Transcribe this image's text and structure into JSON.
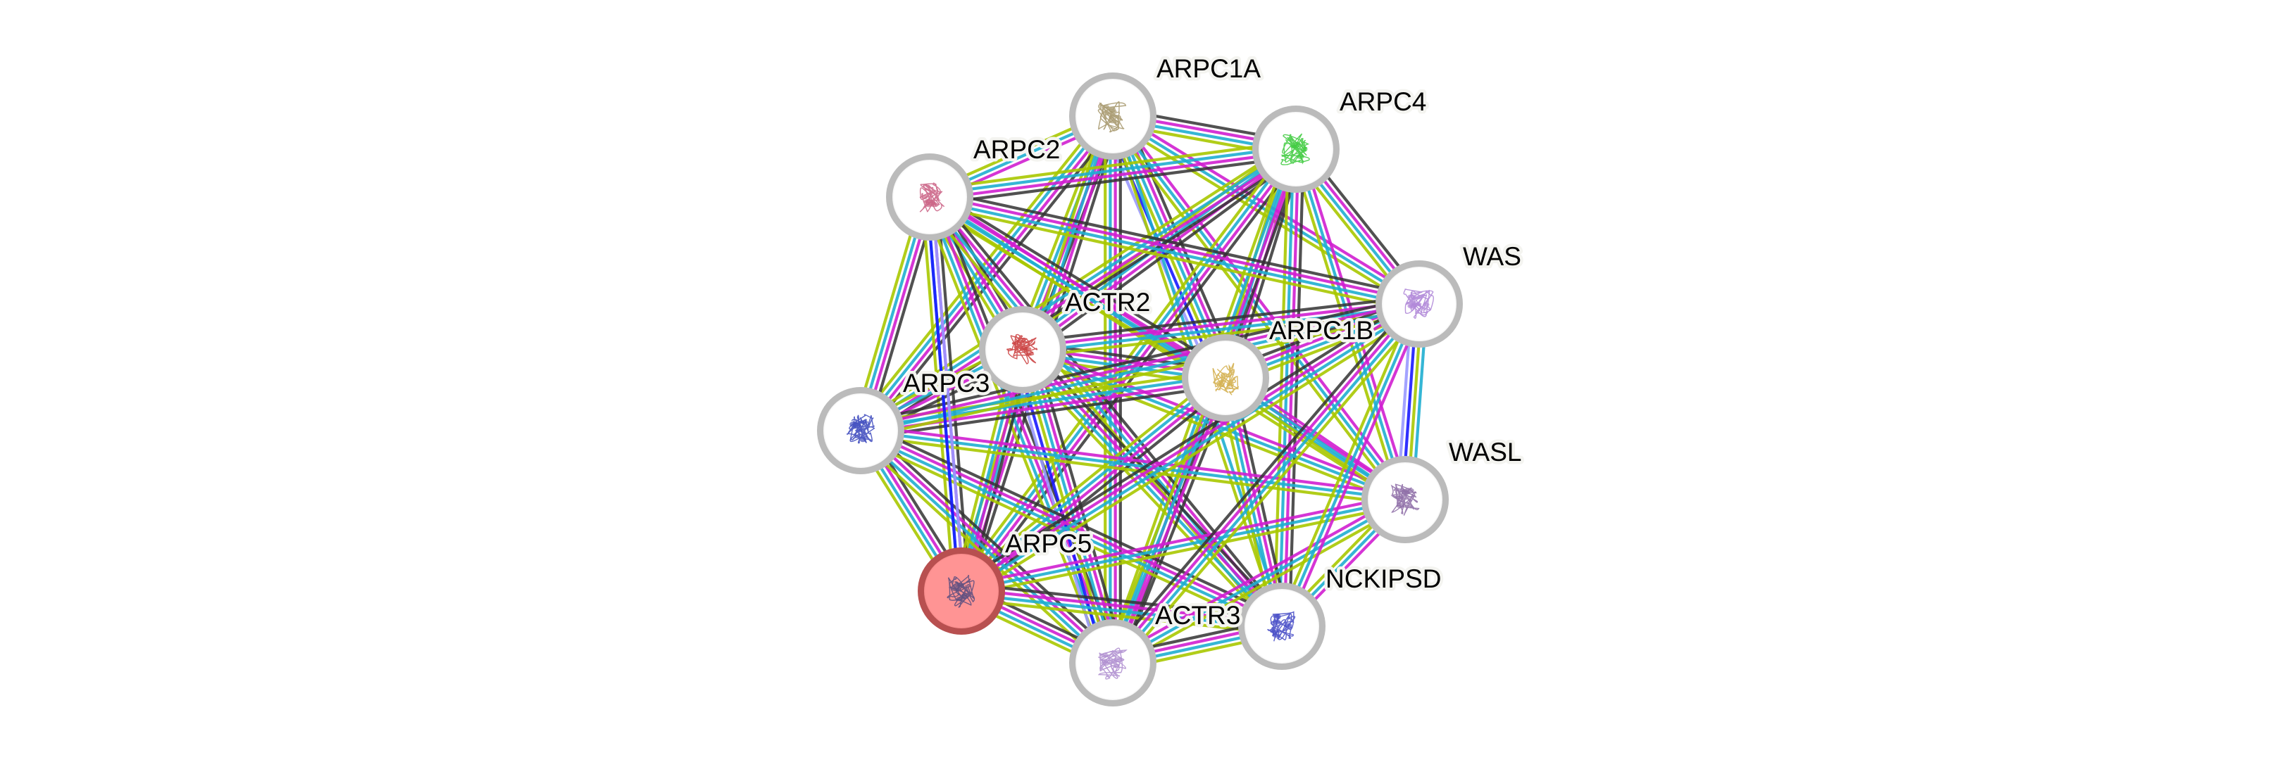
{
  "network": {
    "type": "protein-interaction-network",
    "query_protein": "ARPC5",
    "edge_colors": {
      "experiments": "#d01fd0",
      "databases": "#1faed0",
      "textmining": "#a8c800",
      "coexpression": "#333333",
      "cooccurrence": "#1a1aff",
      "homology": "#9999ff"
    },
    "node_style": {
      "ring_color": "#bbbbbb",
      "fill": "#ffffff",
      "query_fill": "#ff9494",
      "query_ring": "#b85050"
    },
    "nodes": [
      {
        "id": "ARPC1A",
        "label": "ARPC1A",
        "structure_color": "#a89a70",
        "query": false
      },
      {
        "id": "ARPC4",
        "label": "ARPC4",
        "structure_color": "#44cc44",
        "query": false
      },
      {
        "id": "ARPC2",
        "label": "ARPC2",
        "structure_color": "#cc6688",
        "query": false
      },
      {
        "id": "WAS",
        "label": "WAS",
        "structure_color": "#b088d8",
        "query": false
      },
      {
        "id": "ACTR2",
        "label": "ACTR2",
        "structure_color": "#cc4444",
        "query": false
      },
      {
        "id": "ARPC1B",
        "label": "ARPC1B",
        "structure_color": "#d4b050",
        "query": false
      },
      {
        "id": "ARPC3",
        "label": "ARPC3",
        "structure_color": "#4450c0",
        "query": false
      },
      {
        "id": "WASL",
        "label": "WASL",
        "structure_color": "#9070a8",
        "query": false
      },
      {
        "id": "ARPC5",
        "label": "ARPC5",
        "structure_color": "#605080",
        "query": true
      },
      {
        "id": "NCKIPSD",
        "label": "NCKIPSD",
        "structure_color": "#4a50c8",
        "query": false
      },
      {
        "id": "ACTR3",
        "label": "ACTR3",
        "structure_color": "#b090d0",
        "query": false
      }
    ],
    "edges": [
      {
        "a": "ARPC1A",
        "b": "ARPC4",
        "types": [
          "coexpression",
          "experiments",
          "databases",
          "textmining"
        ]
      },
      {
        "a": "ARPC1A",
        "b": "ARPC2",
        "types": [
          "textmining",
          "databases",
          "experiments"
        ]
      },
      {
        "a": "ARPC1A",
        "b": "ACTR2",
        "types": [
          "coexpression",
          "experiments",
          "databases",
          "textmining"
        ]
      },
      {
        "a": "ARPC1A",
        "b": "ARPC1B",
        "types": [
          "coexpression",
          "experiments",
          "databases",
          "textmining",
          "cooccurrence",
          "homology"
        ]
      },
      {
        "a": "ARPC1A",
        "b": "ARPC3",
        "types": [
          "coexpression",
          "experiments",
          "databases",
          "textmining"
        ]
      },
      {
        "a": "ARPC1A",
        "b": "ARPC5",
        "types": [
          "coexpression",
          "experiments",
          "databases",
          "textmining"
        ]
      },
      {
        "a": "ARPC1A",
        "b": "ACTR3",
        "types": [
          "coexpression",
          "experiments",
          "databases",
          "textmining"
        ]
      },
      {
        "a": "ARPC1A",
        "b": "WAS",
        "types": [
          "experiments",
          "databases",
          "textmining"
        ]
      },
      {
        "a": "ARPC1A",
        "b": "WASL",
        "types": [
          "experiments",
          "databases",
          "textmining"
        ]
      },
      {
        "a": "ARPC1A",
        "b": "NCKIPSD",
        "types": [
          "textmining",
          "databases"
        ]
      },
      {
        "a": "ARPC4",
        "b": "ARPC2",
        "types": [
          "coexpression",
          "experiments",
          "databases",
          "textmining"
        ]
      },
      {
        "a": "ARPC4",
        "b": "ACTR2",
        "types": [
          "coexpression",
          "experiments",
          "databases",
          "textmining"
        ]
      },
      {
        "a": "ARPC4",
        "b": "ARPC1B",
        "types": [
          "coexpression",
          "experiments",
          "databases",
          "textmining"
        ]
      },
      {
        "a": "ARPC4",
        "b": "ARPC3",
        "types": [
          "coexpression",
          "experiments",
          "databases",
          "textmining"
        ]
      },
      {
        "a": "ARPC4",
        "b": "ARPC5",
        "types": [
          "coexpression",
          "experiments",
          "databases",
          "textmining"
        ]
      },
      {
        "a": "ARPC4",
        "b": "ACTR3",
        "types": [
          "coexpression",
          "experiments",
          "databases",
          "textmining"
        ]
      },
      {
        "a": "ARPC4",
        "b": "WAS",
        "types": [
          "coexpression",
          "experiments",
          "databases",
          "textmining"
        ]
      },
      {
        "a": "ARPC4",
        "b": "WASL",
        "types": [
          "experiments",
          "databases",
          "textmining"
        ]
      },
      {
        "a": "ARPC4",
        "b": "NCKIPSD",
        "types": [
          "coexpression",
          "experiments",
          "databases",
          "textmining"
        ]
      },
      {
        "a": "ARPC2",
        "b": "ACTR2",
        "types": [
          "coexpression",
          "experiments",
          "databases",
          "textmining"
        ]
      },
      {
        "a": "ARPC2",
        "b": "ARPC1B",
        "types": [
          "coexpression",
          "experiments",
          "databases",
          "textmining"
        ]
      },
      {
        "a": "ARPC2",
        "b": "ARPC3",
        "types": [
          "coexpression",
          "experiments",
          "databases",
          "textmining"
        ]
      },
      {
        "a": "ARPC2",
        "b": "ARPC5",
        "types": [
          "coexpression",
          "experiments",
          "databases",
          "textmining"
        ]
      },
      {
        "a": "ARPC2",
        "b": "ACTR3",
        "types": [
          "coexpression",
          "experiments",
          "databases",
          "textmining"
        ]
      },
      {
        "a": "ARPC2",
        "b": "WAS",
        "types": [
          "coexpression",
          "experiments",
          "databases",
          "textmining"
        ]
      },
      {
        "a": "ARPC2",
        "b": "WASL",
        "types": [
          "experiments",
          "databases",
          "textmining"
        ]
      },
      {
        "a": "ARPC2",
        "b": "NCKIPSD",
        "types": [
          "coexpression",
          "experiments",
          "databases",
          "textmining"
        ]
      },
      {
        "a": "ACTR2",
        "b": "ARPC1B",
        "types": [
          "coexpression",
          "experiments",
          "databases",
          "textmining"
        ]
      },
      {
        "a": "ACTR2",
        "b": "ARPC3",
        "types": [
          "coexpression",
          "experiments",
          "databases",
          "textmining"
        ]
      },
      {
        "a": "ACTR2",
        "b": "ARPC5",
        "types": [
          "coexpression",
          "experiments",
          "databases",
          "textmining"
        ]
      },
      {
        "a": "ACTR2",
        "b": "ACTR3",
        "types": [
          "coexpression",
          "experiments",
          "databases",
          "textmining",
          "cooccurrence",
          "homology"
        ]
      },
      {
        "a": "ACTR2",
        "b": "WAS",
        "types": [
          "coexpression",
          "experiments",
          "databases",
          "textmining"
        ]
      },
      {
        "a": "ACTR2",
        "b": "WASL",
        "types": [
          "experiments",
          "databases",
          "textmining"
        ]
      },
      {
        "a": "ACTR2",
        "b": "NCKIPSD",
        "types": [
          "coexpression",
          "experiments",
          "databases",
          "textmining"
        ]
      },
      {
        "a": "ARPC1B",
        "b": "ARPC3",
        "types": [
          "coexpression",
          "experiments",
          "databases",
          "textmining"
        ]
      },
      {
        "a": "ARPC1B",
        "b": "ARPC5",
        "types": [
          "coexpression",
          "experiments",
          "databases",
          "textmining"
        ]
      },
      {
        "a": "ARPC1B",
        "b": "ACTR3",
        "types": [
          "coexpression",
          "experiments",
          "databases",
          "textmining"
        ]
      },
      {
        "a": "ARPC1B",
        "b": "WAS",
        "types": [
          "coexpression",
          "experiments",
          "databases",
          "textmining"
        ]
      },
      {
        "a": "ARPC1B",
        "b": "WASL",
        "types": [
          "experiments",
          "databases",
          "textmining"
        ]
      },
      {
        "a": "ARPC1B",
        "b": "NCKIPSD",
        "types": [
          "coexpression",
          "experiments",
          "databases",
          "textmining"
        ]
      },
      {
        "a": "ARPC3",
        "b": "ARPC5",
        "types": [
          "coexpression",
          "experiments",
          "databases",
          "textmining"
        ]
      },
      {
        "a": "ARPC3",
        "b": "ACTR3",
        "types": [
          "coexpression",
          "experiments",
          "databases",
          "textmining"
        ]
      },
      {
        "a": "ARPC3",
        "b": "WAS",
        "types": [
          "coexpression",
          "experiments",
          "databases",
          "textmining"
        ]
      },
      {
        "a": "ARPC3",
        "b": "WASL",
        "types": [
          "experiments",
          "databases",
          "textmining"
        ]
      },
      {
        "a": "ARPC3",
        "b": "NCKIPSD",
        "types": [
          "coexpression",
          "experiments",
          "databases",
          "textmining"
        ]
      },
      {
        "a": "ARPC5",
        "b": "ACTR3",
        "types": [
          "coexpression",
          "experiments",
          "databases",
          "textmining"
        ]
      },
      {
        "a": "ARPC5",
        "b": "WAS",
        "types": [
          "coexpression",
          "experiments",
          "databases",
          "textmining"
        ]
      },
      {
        "a": "ARPC5",
        "b": "WASL",
        "types": [
          "experiments",
          "databases",
          "textmining"
        ]
      },
      {
        "a": "ARPC5",
        "b": "NCKIPSD",
        "types": [
          "coexpression",
          "experiments",
          "databases",
          "textmining"
        ]
      },
      {
        "a": "ACTR3",
        "b": "WAS",
        "types": [
          "coexpression",
          "experiments",
          "databases",
          "textmining"
        ]
      },
      {
        "a": "ACTR3",
        "b": "WASL",
        "types": [
          "experiments",
          "databases",
          "textmining"
        ]
      },
      {
        "a": "ACTR3",
        "b": "NCKIPSD",
        "types": [
          "coexpression",
          "experiments",
          "databases",
          "textmining"
        ]
      },
      {
        "a": "WAS",
        "b": "WASL",
        "types": [
          "homology",
          "cooccurrence",
          "databases",
          "textmining"
        ]
      },
      {
        "a": "WAS",
        "b": "NCKIPSD",
        "types": [
          "experiments",
          "databases",
          "textmining"
        ]
      },
      {
        "a": "WASL",
        "b": "NCKIPSD",
        "types": [
          "experiments",
          "databases",
          "textmining"
        ]
      },
      {
        "a": "ARPC5",
        "b": "ARPC2",
        "types": [
          "homology",
          "cooccurrence"
        ]
      }
    ]
  }
}
